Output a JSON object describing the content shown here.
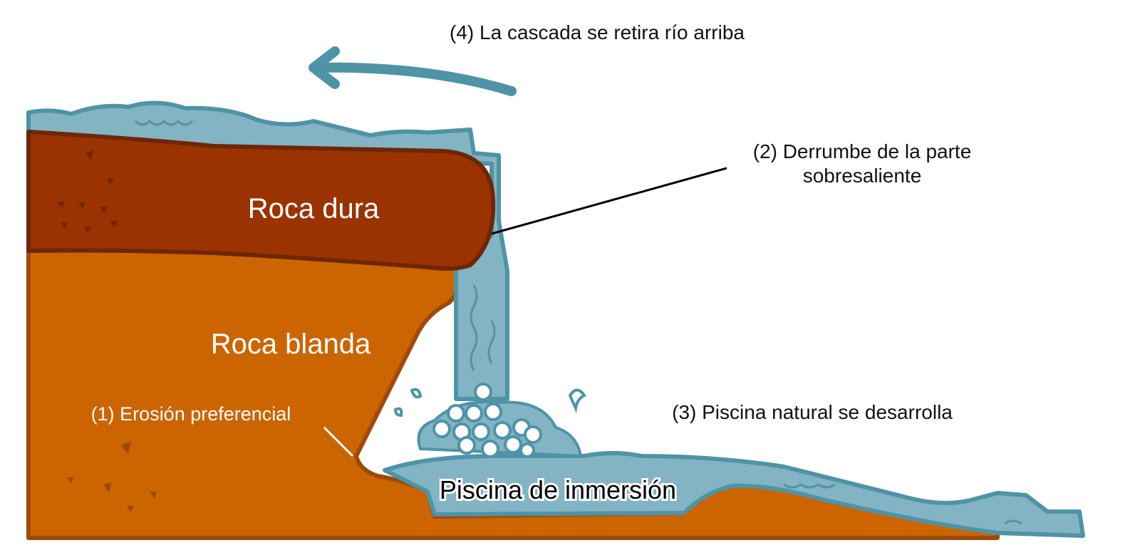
{
  "labels": {
    "retreat": "(4) La cascada se retira río arriba",
    "collapse_line1": "(2) Derrumbe de la parte",
    "collapse_line2": "sobresaliente",
    "hard_rock": "Roca dura",
    "soft_rock": "Roca blanda",
    "erosion": "(1) Erosión preferencial",
    "pool_develops": "(3) Piscina natural se desarrolla",
    "plunge_pool": "Piscina de inmersión"
  },
  "colors": {
    "hard_rock": "#9a3300",
    "hard_rock_edge": "#6e2606",
    "soft_rock": "#cc6400",
    "soft_rock_edge": "#9c4a0c",
    "water": "#82b4c4",
    "water_edge": "#4f93a6"
  }
}
